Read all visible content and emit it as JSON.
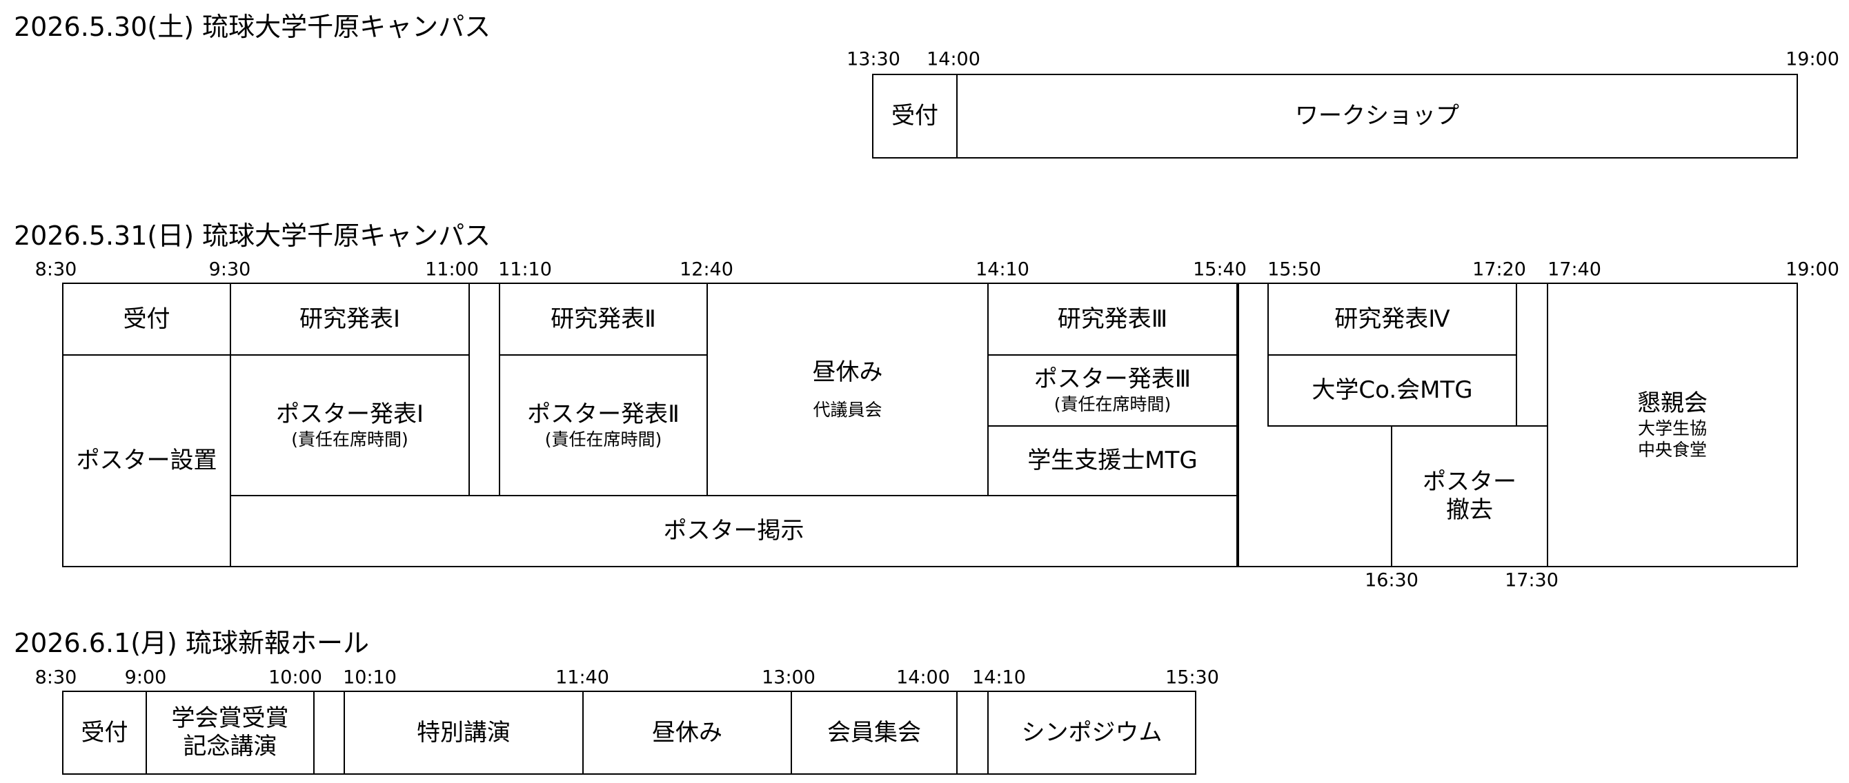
{
  "day1": {
    "title": "2026.5.30(土)  琉球大学千原キャンパス",
    "times": [
      "13:30",
      "14:00",
      "19:00"
    ],
    "cells": {
      "reception": "受付",
      "workshop": "ワークショップ"
    }
  },
  "day2": {
    "title": "2026.5.31(日)  琉球大学千原キャンパス",
    "times": [
      "8:30",
      "9:30",
      "11:00",
      "11:10",
      "12:40",
      "14:10",
      "15:40",
      "15:50",
      "17:20",
      "17:40",
      "19:00"
    ],
    "bottom_times": [
      "16:30",
      "17:30"
    ],
    "cells": {
      "reception": "受付",
      "poster_setup": "ポスター設置",
      "research1": "研究発表Ⅰ",
      "poster1": "ポスター発表Ⅰ",
      "poster1_sub": "(責任在席時間)",
      "research2": "研究発表Ⅱ",
      "poster2": "ポスター発表Ⅱ",
      "poster2_sub": "(責任在席時間)",
      "lunch": "昼休み",
      "lunch_sub": "代議員会",
      "research3": "研究発表Ⅲ",
      "poster3": "ポスター発表Ⅲ",
      "poster3_sub": "(責任在席時間)",
      "support_mtg": "学生支援士MTG",
      "poster_display": "ポスター掲示",
      "research4": "研究発表Ⅳ",
      "coop_mtg": "大学Co.会MTG",
      "poster_removal_1": "ポスター",
      "poster_removal_2": "撤去",
      "party": "懇親会",
      "party_sub1": "大学生協",
      "party_sub2": "中央食堂"
    }
  },
  "day3": {
    "title": "2026.6.1(月)  琉球新報ホール",
    "times": [
      "8:30",
      "9:00",
      "10:00",
      "10:10",
      "11:40",
      "13:00",
      "14:00",
      "14:10",
      "15:30"
    ],
    "cells": {
      "reception": "受付",
      "award_1": "学会賞受賞",
      "award_2": "記念講演",
      "special": "特別講演",
      "lunch": "昼休み",
      "members": "会員集会",
      "symposium": "シンポジウム"
    }
  }
}
